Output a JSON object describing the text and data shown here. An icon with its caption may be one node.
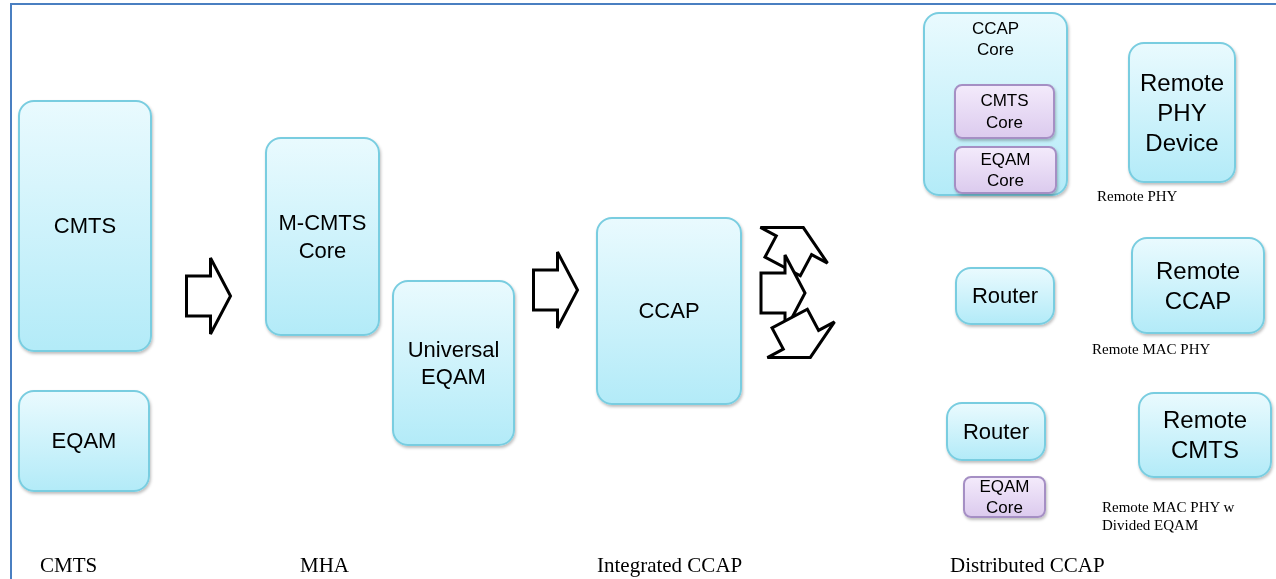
{
  "diagram": {
    "nodes": [
      {
        "text": [
          "CMTS"
        ]
      },
      {
        "text": [
          "EQAM"
        ]
      },
      {
        "text": [
          "M-CMTS Core"
        ]
      },
      {
        "text": [
          "Universal EQAM"
        ]
      },
      {
        "text": [
          "CCAP"
        ]
      },
      {
        "text": [
          "CCAP Core"
        ]
      },
      {
        "text": [
          "CMTS Core"
        ],
        "in": 5
      },
      {
        "text": [
          "EQAM Core"
        ],
        "in": 5
      },
      {
        "text": [
          "Remote PHY Device"
        ],
        "beside": [
          "Remote PHY"
        ]
      },
      {
        "text": [
          "Router"
        ]
      },
      {
        "text": [
          "Remote CCAP"
        ],
        "beside": [
          "Remote MAC PHY"
        ]
      },
      {
        "text": [
          "Router"
        ]
      },
      {
        "text": [
          "EQAM Core"
        ]
      },
      {
        "text": [
          "Remote CMTS"
        ],
        "beside": [
          "Remote MAC PHY w Divided EQAM"
        ]
      }
    ],
    "edges": [
      {
        "from": 0,
        "to": 2,
        "arrow": "to"
      },
      {
        "from": 3,
        "to": 4,
        "arrow": "to"
      },
      {
        "from": 4,
        "to": null,
        "arrow": "to"
      },
      {
        "from": 4,
        "to": null,
        "arrow": "to"
      },
      {
        "from": 4,
        "to": null,
        "arrow": "to"
      }
    ],
    "labels": [
      "CMTS",
      "MHA",
      "Integrated CCAP",
      "Distributed CCAP"
    ]
  }
}
